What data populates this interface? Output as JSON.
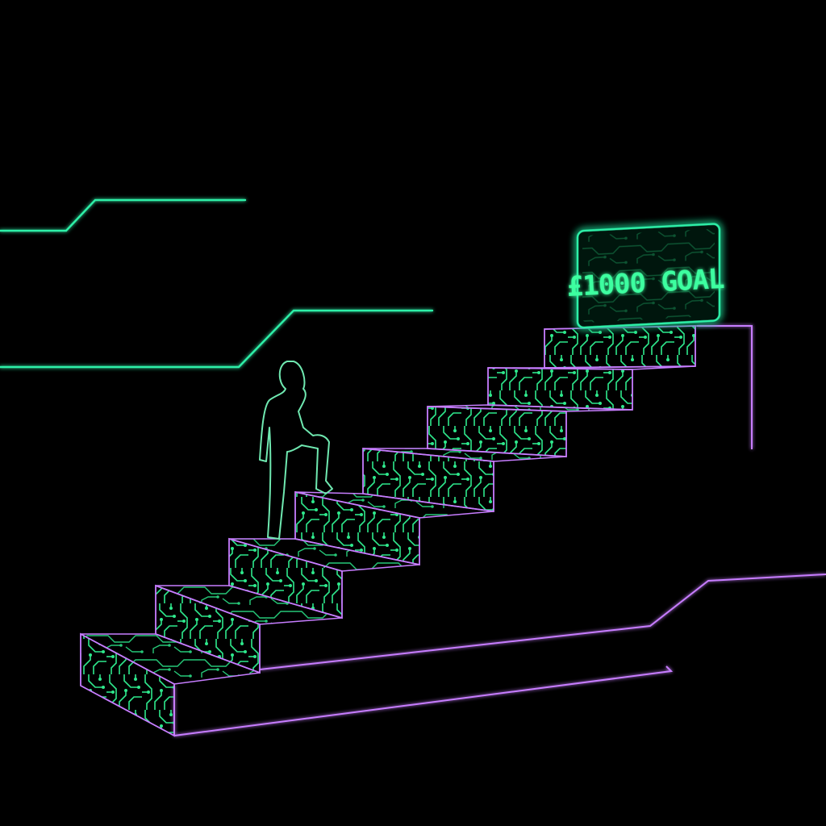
{
  "goal_sign": {
    "label": "£1000 GOAL"
  },
  "colors": {
    "background": "#000000",
    "circuit_green": "#3dffa0",
    "outline_purple": "#c77dff",
    "figure_outline": "#6fe8b0"
  },
  "icons": [
    "walking-person-outline",
    "circuit-pattern",
    "goal-sign"
  ]
}
